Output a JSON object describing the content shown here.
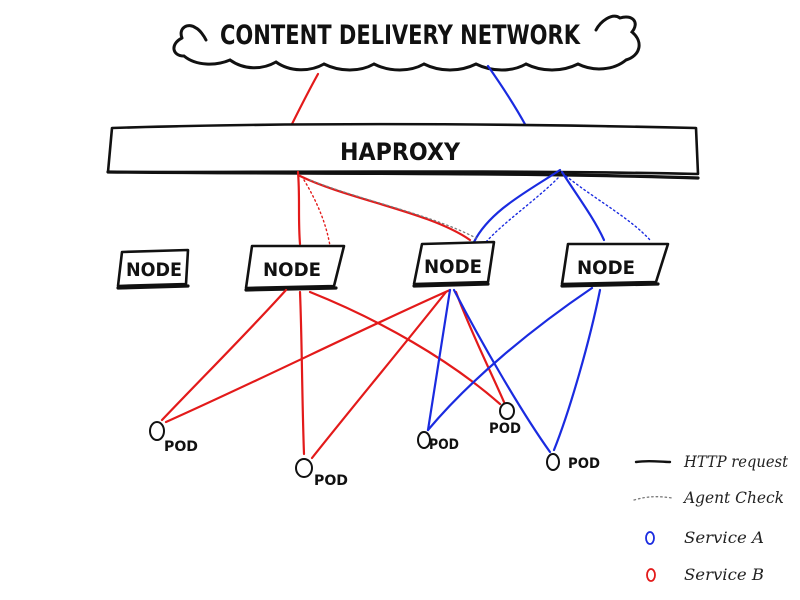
{
  "cdn": {
    "label": "CONTENT DELIVERY NETWORK"
  },
  "haproxy": {
    "label": "HAPROXY"
  },
  "nodes": [
    {
      "label": "NODE"
    },
    {
      "label": "NODE"
    },
    {
      "label": "NODE"
    },
    {
      "label": "NODE"
    }
  ],
  "pods": [
    {
      "label": "POD"
    },
    {
      "label": "POD"
    },
    {
      "label": "POD"
    },
    {
      "label": "POD"
    },
    {
      "label": "POD"
    }
  ],
  "legend": {
    "http_request": "HTTP request",
    "agent_check": "Agent Check",
    "service_a": "Service A",
    "service_b": "Service B"
  },
  "colors": {
    "service_a": "#1a2be0",
    "service_b": "#e31a1a",
    "ink": "#111111",
    "agent_check": "#7a7a7a"
  }
}
